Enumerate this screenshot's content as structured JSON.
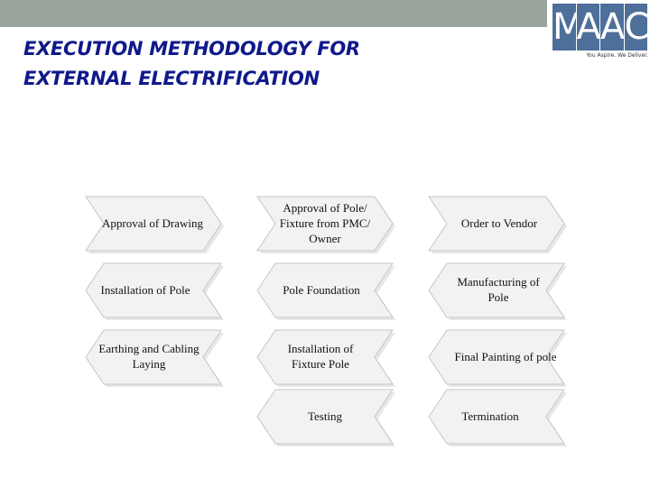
{
  "title": {
    "line1": "EXECUTION METHODOLOGY FOR",
    "line2": "EXTERNAL ELECTRIFICATION"
  },
  "logo": {
    "letters": [
      "M",
      "A",
      "A",
      "C"
    ],
    "tagline": "You Aspire. We Deliver."
  },
  "colors": {
    "title": "#10198a",
    "logo_tile": "#4d6f9a",
    "top_bar": "#9aa49c",
    "arrow_fill": "#f2f2f2",
    "arrow_stroke": "#c6c6c6"
  },
  "steps": [
    {
      "label": "Approval of Drawing"
    },
    {
      "label": "Approval of Pole/ Fixture from PMC/ Owner"
    },
    {
      "label": "Order to Vendor"
    },
    {
      "label": "Installation of Pole"
    },
    {
      "label": "Pole Foundation"
    },
    {
      "label": "Manufacturing of Pole"
    },
    {
      "label": "Earthing and Cabling Laying"
    },
    {
      "label": "Installation of Fixture Pole"
    },
    {
      "label": "Final Painting of pole"
    },
    {
      "label": "Testing"
    },
    {
      "label": "Termination"
    }
  ]
}
